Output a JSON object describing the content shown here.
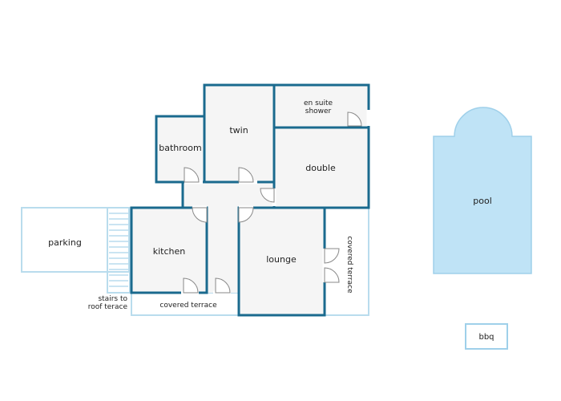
{
  "rooms": {
    "bathroom": "bathroom",
    "twin": "twin",
    "en_suite_line1": "en suite",
    "en_suite_line2": "shower",
    "double": "double",
    "kitchen": "kitchen",
    "lounge": "lounge"
  },
  "outdoor": {
    "parking": "parking",
    "stairs_line1": "stairs to",
    "stairs_line2": "roof terace",
    "covered_terrace_bottom": "covered terrace",
    "covered_terrace_side": "covered terrace",
    "pool": "pool",
    "bbq": "bbq"
  },
  "colors": {
    "wall": "#1a6a8e",
    "outline_light": "#b9dced",
    "room_fill": "#f5f5f5",
    "pool_fill": "#bfe3f6",
    "pool_stroke": "#9fd0ea",
    "door": "#888888"
  }
}
